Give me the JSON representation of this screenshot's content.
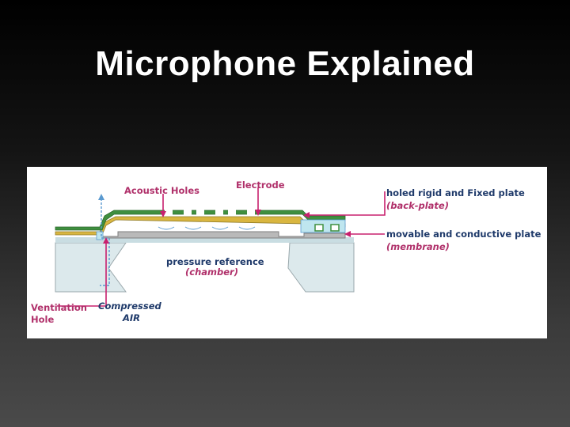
{
  "slide": {
    "title": "Microphone Explained"
  },
  "diagram": {
    "labels": {
      "acoustic_holes": "Acoustic Holes",
      "electrode": "Electrode",
      "backplate_line1": "holed rigid and Fixed plate",
      "backplate_line2": "(back-plate)",
      "membrane_line1": "movable and conductive plate",
      "membrane_line2": "(membrane)",
      "pressure_line1": "pressure reference",
      "pressure_line2": "(chamber)",
      "ventilation_line1": "Ventilation",
      "ventilation_line2": "Hole",
      "compressed_line1": "Compressed",
      "compressed_line2": "AIR"
    },
    "colors": {
      "label_magenta": "#b0306a",
      "label_navy": "#1f3a6a",
      "leader_line": "#c8206e",
      "substrate": "#dce9ec",
      "green_layer": "#3f8f3f",
      "gold_layer": "#d9b640",
      "gray_membrane": "#b9b9b9",
      "air_dashed": "#5a9ad0"
    }
  }
}
